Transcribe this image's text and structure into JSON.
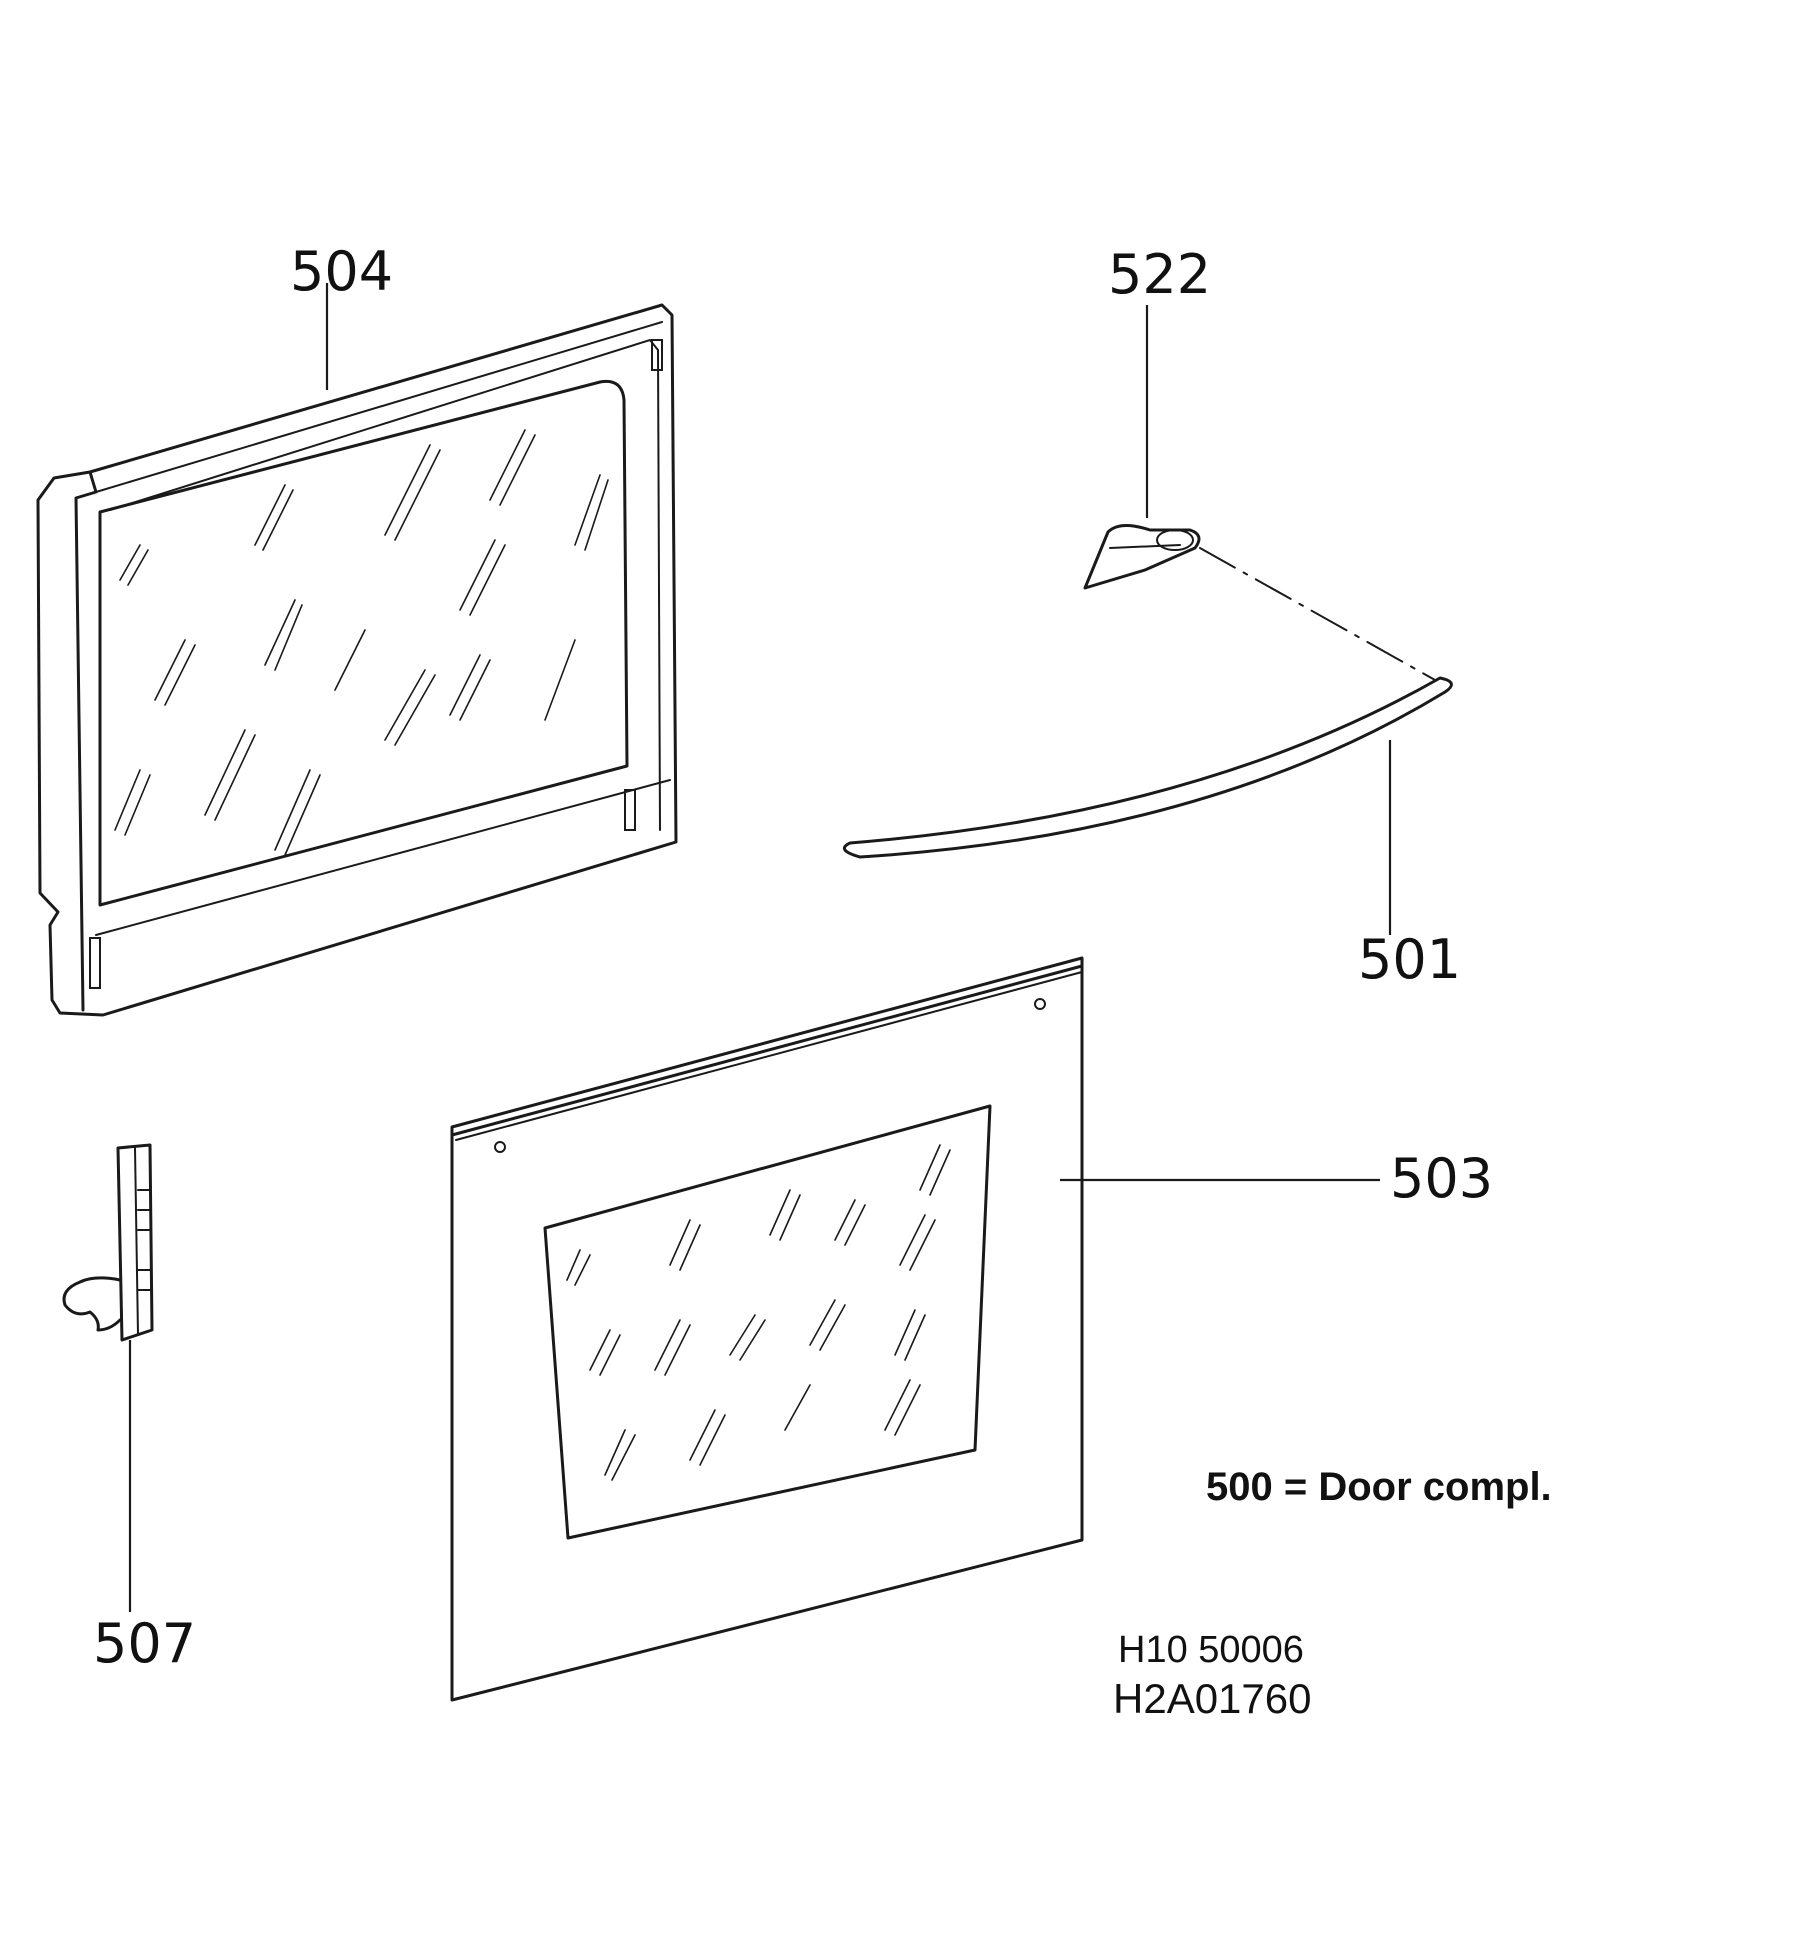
{
  "callouts": {
    "door_inner_frame": "504",
    "handle_end_cap": "522",
    "handle_bar": "501",
    "outer_door_glass": "503",
    "door_hinge": "507"
  },
  "legend": {
    "assembly_note": "500 = Door compl."
  },
  "drawing_codes": {
    "line1": "H10 50006",
    "line2": "H2A01760"
  }
}
